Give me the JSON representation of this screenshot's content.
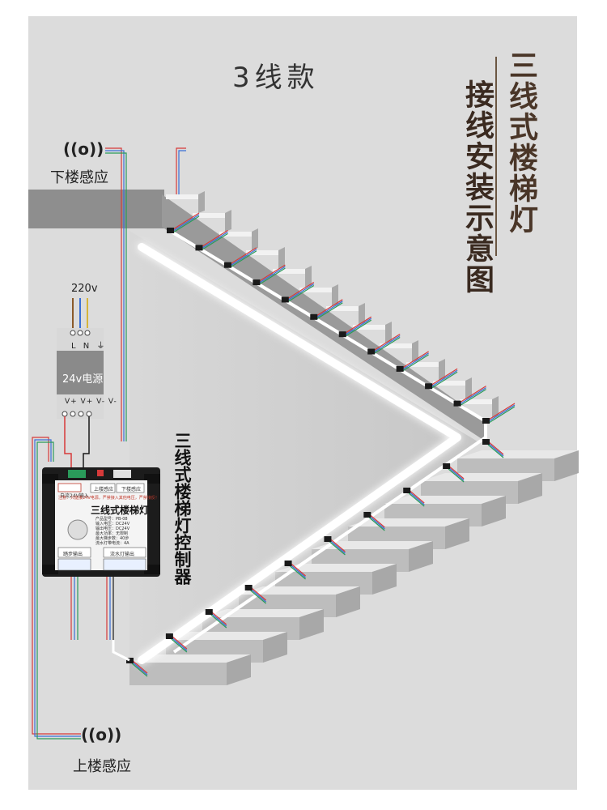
{
  "model_title": "3线款",
  "diagram_title_line1": "三线式楼梯灯",
  "diagram_title_line2": "接线安装示意图",
  "sensor_down": {
    "symbol": "((o))",
    "label": "下楼感应"
  },
  "sensor_up": {
    "symbol": "((o))",
    "label": "上楼感应"
  },
  "power_supply": {
    "input_label": "220v",
    "input_terminals": "L N ⏚",
    "name": "24v电源",
    "output_terminals": "V+ V+ V- V-"
  },
  "controller": {
    "side_label": "三线式楼梯灯控制器",
    "title": "三线式楼梯灯",
    "power_input_label": "自流24V输入",
    "upstairs_sensor_label": "上楼感应",
    "downstairs_sensor_label": "下楼感应",
    "warning": "注意：只能接24V电源，严禁接入其他电压，严禁接反！",
    "spec_lines": [
      "产品型号：PB-08",
      "输入电压：DC24V",
      "输出电压：DC24V",
      "最大功率：无限制",
      "最大梯步数：40步",
      "流水灯带电流：4A"
    ],
    "output_left_label": "踏步输出",
    "output_right_label": "流水灯输出"
  },
  "colors": {
    "background": "#dcdcdc",
    "wall_light": "#d2d2d2",
    "stair_tread": "#e8e8e8",
    "stair_riser": "#bdbdbd",
    "led_glow": "#ffffff",
    "wire_red": "#d63a3a",
    "wire_blue": "#3a6fd6",
    "wire_green": "#2a9a5a",
    "wire_black": "#1a1a1a",
    "wire_yellow": "#d6b43a",
    "wire_brown": "#8a5a2a",
    "title_brown": "#4a3628"
  }
}
